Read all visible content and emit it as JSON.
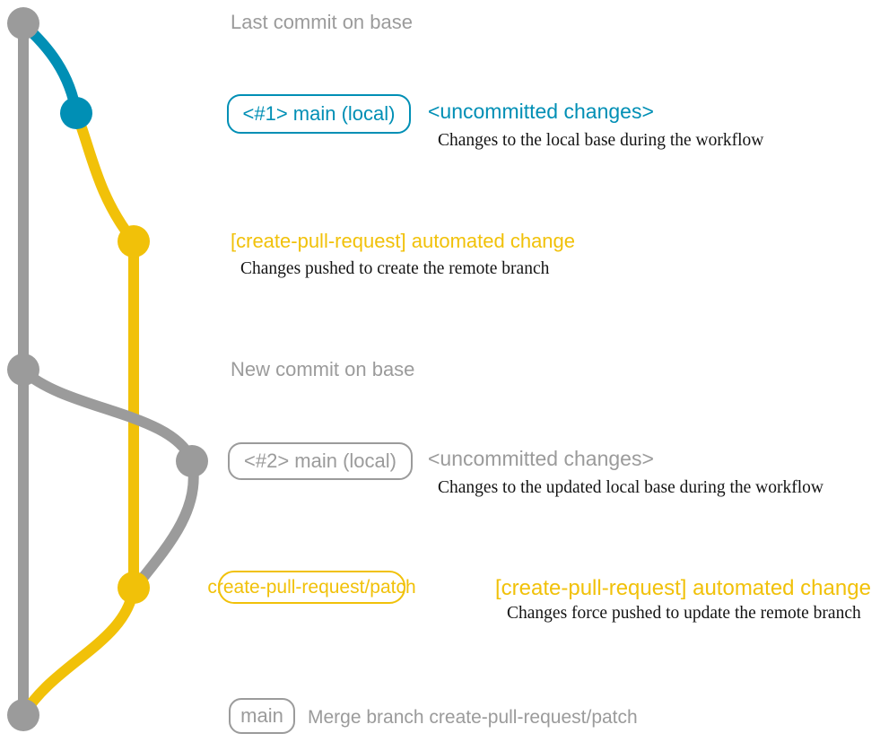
{
  "colors": {
    "gray": "#9b9b9b",
    "blue": "#008fb5",
    "yellow": "#f1c109",
    "ink": "#141414"
  },
  "graph": {
    "branches": [
      {
        "name": "base",
        "color": "#9b9b9b"
      },
      {
        "name": "local-uncommitted",
        "color": "#008fb5"
      },
      {
        "name": "create-pull-request/patch",
        "color": "#f1c109"
      }
    ],
    "commit_dots": [
      {
        "id": "last-commit-on-base",
        "color": "gray"
      },
      {
        "id": "main-local-1",
        "color": "blue"
      },
      {
        "id": "automated-change-1",
        "color": "yellow"
      },
      {
        "id": "new-commit-on-base",
        "color": "gray"
      },
      {
        "id": "main-local-2",
        "color": "gray"
      },
      {
        "id": "automated-change-2",
        "color": "yellow"
      },
      {
        "id": "merge-commit",
        "color": "gray"
      }
    ]
  },
  "annotations": {
    "last_commit": {
      "label": "Last commit on base"
    },
    "main_local_1": {
      "badge": "<#1> main (local)",
      "title": "<uncommitted changes>",
      "desc": "Changes to the local base during the workflow"
    },
    "automated_1": {
      "title": "[create-pull-request] automated change",
      "desc": "Changes pushed to create the remote branch"
    },
    "new_commit": {
      "label": "New commit on base"
    },
    "main_local_2": {
      "badge": "<#2> main (local)",
      "title": "<uncommitted changes>",
      "desc": "Changes to the updated local base during the workflow"
    },
    "patch_branch": {
      "badge": "create-pull-request/patch",
      "title": "[create-pull-request] automated change",
      "desc": "Changes force pushed to update the remote branch"
    },
    "merge": {
      "badge": "main",
      "label": "Merge branch create-pull-request/patch"
    }
  }
}
